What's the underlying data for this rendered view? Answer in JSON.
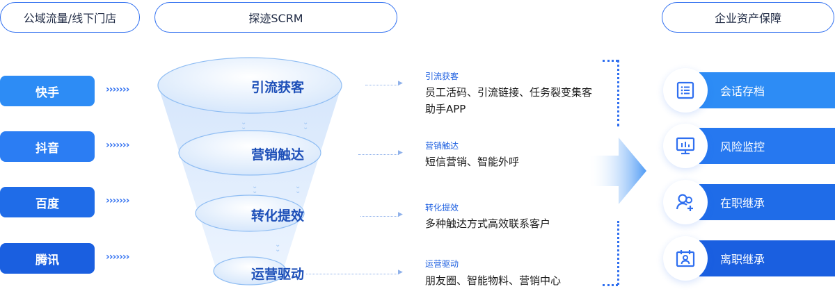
{
  "headers": {
    "left": "公域流量/线下门店",
    "center": "探迹SCRM",
    "right": "企业资产保障"
  },
  "sources": [
    {
      "label": "快手",
      "color": "#2d8cf5"
    },
    {
      "label": "抖音",
      "color": "#2b7df3"
    },
    {
      "label": "百度",
      "color": "#1f6ce8"
    },
    {
      "label": "腾讯",
      "color": "#1a5fe0"
    }
  ],
  "chevrons": "›››››››",
  "funnel": [
    "引流获客",
    "营销触达",
    "转化提效",
    "运营驱动"
  ],
  "stages": [
    {
      "title": "引流获客",
      "body": "员工活码、引流链接、任务裂变集客助手APP"
    },
    {
      "title": "营销触达",
      "body": "短信营销、智能外呼"
    },
    {
      "title": "转化提效",
      "body": "多种触达方式高效联系客户"
    },
    {
      "title": "运营驱动",
      "body": "朋友圈、智能物料、营销中心"
    }
  ],
  "features": [
    {
      "label": "会话存档",
      "icon": "document-list-icon",
      "color": "#2d8cf5"
    },
    {
      "label": "风险监控",
      "icon": "monitor-chart-icon",
      "color": "#2678f0"
    },
    {
      "label": "在职继承",
      "icon": "user-add-icon",
      "color": "#1f6ce8"
    },
    {
      "label": "离职继承",
      "icon": "calendar-user-icon",
      "color": "#1a5fe0"
    }
  ],
  "colors": {
    "accent": "#2f6ff0",
    "funnel_fill": "#d8e8fb",
    "funnel_edge": "#7fb2f2"
  }
}
